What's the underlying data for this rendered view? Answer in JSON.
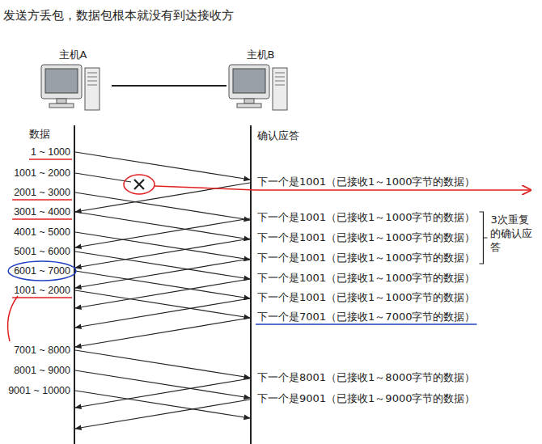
{
  "diagram": {
    "title": "发送方丢包，数据包根本就没有到达接收方",
    "nodes": [
      {
        "text": [
          "主机A"
        ]
      },
      {
        "text": [
          "主机B"
        ]
      }
    ],
    "edges": [
      {
        "from": 0,
        "to": 1,
        "arrow": "none"
      }
    ],
    "labels": [
      "数据",
      "确认应答",
      "1 ~ 1000",
      "1001 ~ 2000",
      "2001 ~ 3000",
      "3001 ~ 4000",
      "4001 ~ 5000",
      "5001 ~ 6000",
      "6001 ~ 7000",
      "1001 ~ 2000",
      "7001 ~ 8000",
      "8001 ~ 9000",
      "9001 ~ 10000",
      "下一个是1001（已接收1～1000字节的数据）",
      "下一个是1001（已接收1～1000字节的数据）",
      "下一个是1001（已接收1～1000字节的数据）",
      "下一个是1001（已接收1～1000字节的数据）",
      "下一个是1001（已接收1～1000字节的数据）",
      "下一个是1001（已接收1～1000字节的数据）",
      "下一个是7001（已接收1～7000字节的数据）",
      "下一个是8001（已接收1～8000字节的数据）",
      "下一个是9001（已接收1～9000字节的数据）",
      "3次重复的确认应答"
    ]
  }
}
